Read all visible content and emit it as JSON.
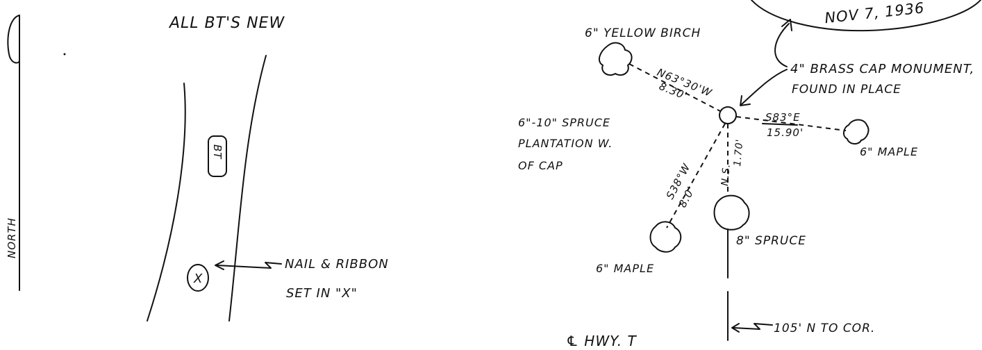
{
  "left_sketch": {
    "header": "ALL BT'S NEW",
    "north_label": "NORTH",
    "bt_label": "BT",
    "x_mark": "X",
    "nail_note_line1": "NAIL & RIBBON",
    "nail_note_line2": "SET IN \"X\""
  },
  "right_sketch": {
    "cap_date": "NOV 7, 1936",
    "monument_line1": "4\" BRASS CAP MONUMENT,",
    "monument_line2": "FOUND IN PLACE",
    "yellow_birch": "6\" YELLOW BIRCH",
    "bearing_birch": "N63°30'W",
    "dist_birch": "8.30'",
    "plantation_line1": "6\"-10\" SPRUCE",
    "plantation_line2": "PLANTATION W.",
    "plantation_line3": "OF CAP",
    "bearing_maple_e": "S83°E",
    "dist_maple_e": "15.90'",
    "maple_e": "6\" MAPLE",
    "bearing_maple_sw": "S38°W",
    "dist_maple_sw": "8.0'",
    "bearing_spruce": "N.S.",
    "dist_spruce": "1.70'",
    "spruce": "8\" SPRUCE",
    "maple_sw": "6\" MAPLE",
    "road_label": "℄ HWY. T",
    "corner_note": "105' N TO COR."
  }
}
